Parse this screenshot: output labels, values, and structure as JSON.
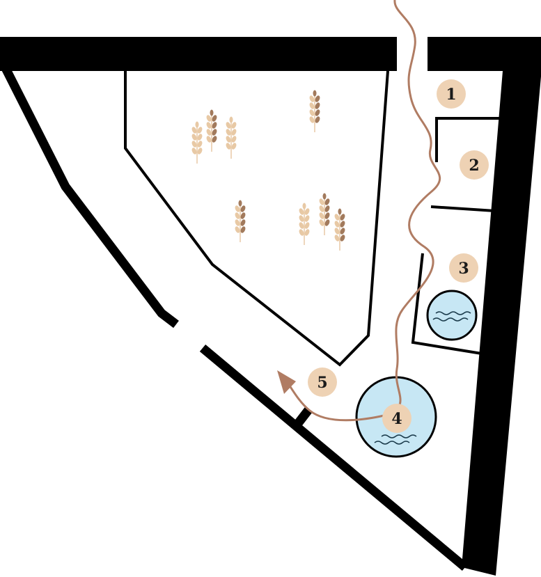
{
  "colors": {
    "wall": "#000000",
    "background": "#ffffff",
    "marker_fill": "#eed2b4",
    "marker_text": "#1b1b1b",
    "path": "#b07c63",
    "water": "#c7e7f4",
    "wheat_light": "#e8c9a5",
    "wheat_dark": "#a27a5c"
  },
  "markers": [
    {
      "id": "1",
      "label": "1"
    },
    {
      "id": "2",
      "label": "2"
    },
    {
      "id": "3",
      "label": "3"
    },
    {
      "id": "4",
      "label": "4"
    },
    {
      "id": "5",
      "label": "5"
    }
  ],
  "icons": {
    "wheat": "wheat-icon",
    "water": "water-waves-icon",
    "path_arrow": "arrow-icon"
  }
}
